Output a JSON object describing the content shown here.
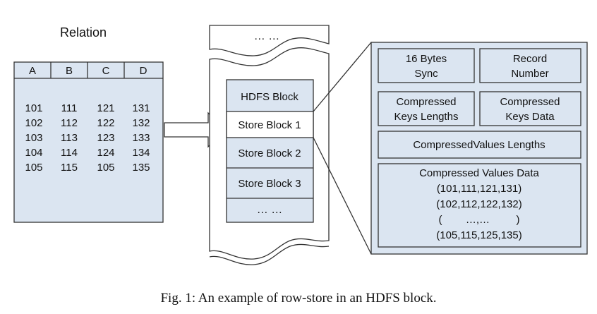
{
  "relation": {
    "title": "Relation",
    "headers": [
      "A",
      "B",
      "C",
      "D"
    ],
    "rows": [
      [
        "101",
        "111",
        "121",
        "131"
      ],
      [
        "102",
        "112",
        "122",
        "132"
      ],
      [
        "103",
        "113",
        "123",
        "133"
      ],
      [
        "104",
        "114",
        "124",
        "134"
      ],
      [
        "105",
        "115",
        "105",
        "135"
      ]
    ]
  },
  "hdfs": {
    "top_ellipsis": "… …",
    "blocks": [
      "HDFS Block",
      "Store Block 1",
      "Store Block 2",
      "Store Block 3",
      "… …"
    ]
  },
  "store_block": {
    "sync": [
      "16 Bytes",
      "Sync"
    ],
    "record": [
      "Record",
      "Number"
    ],
    "keys_lengths": [
      "Compressed",
      "Keys Lengths"
    ],
    "keys_data": [
      "Compressed",
      "Keys  Data"
    ],
    "values_lengths": "CompressedValues Lengths",
    "values_data_title": "Compressed Values Data",
    "values_data_lines": [
      "(101,111,121,131)",
      "(102,112,122,132)",
      "(        …,…         )",
      "(105,115,125,135)"
    ]
  },
  "caption": "Fig. 1: An example of row-store in an HDFS block.",
  "colors": {
    "fill": "#dbe5f1",
    "stroke": "#333333"
  }
}
